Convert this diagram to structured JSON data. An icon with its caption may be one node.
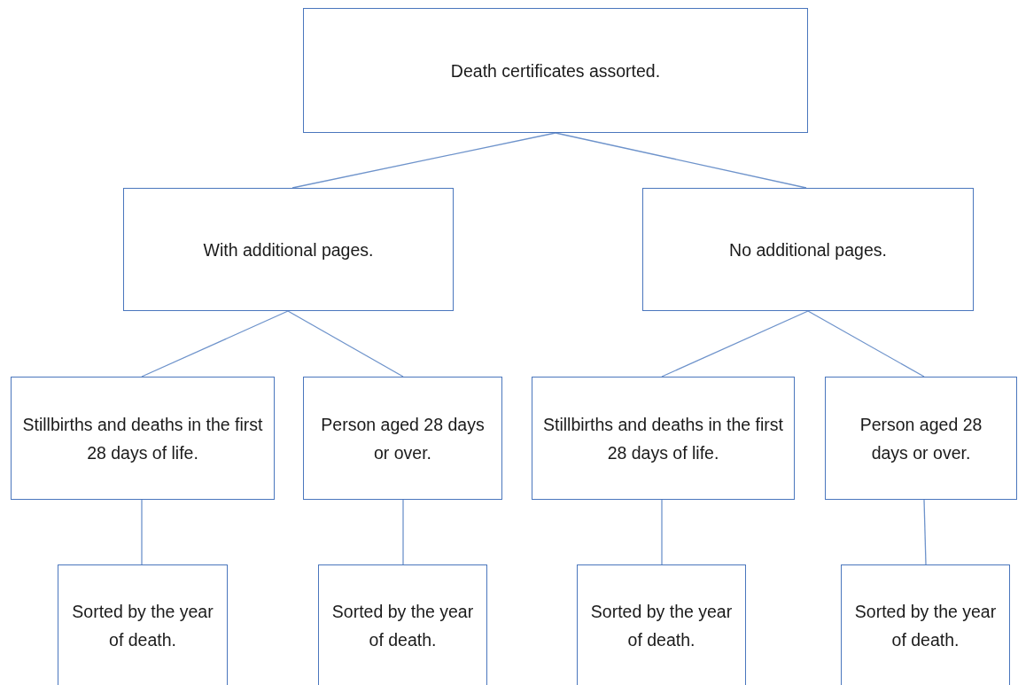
{
  "diagram": {
    "nodes": [
      {
        "text": [
          "Death certificates assorted."
        ]
      },
      {
        "text": [
          "With additional pages."
        ]
      },
      {
        "text": [
          "No additional pages."
        ]
      },
      {
        "text": [
          "Stillbirths and deaths in the first 28 days of life."
        ]
      },
      {
        "text": [
          "Person aged 28 days or over."
        ]
      },
      {
        "text": [
          "Stillbirths and deaths in the first 28 days of life."
        ]
      },
      {
        "text": [
          "Person aged 28 days or over."
        ]
      },
      {
        "text": [
          "Sorted by the year of death."
        ]
      },
      {
        "text": [
          "Sorted by the year of death."
        ]
      },
      {
        "text": [
          "Sorted by the year of death."
        ]
      },
      {
        "text": [
          "Sorted by the year of death."
        ]
      }
    ],
    "edges": [
      {
        "from": 0,
        "to": 1,
        "arrow": "none"
      },
      {
        "from": 0,
        "to": 2,
        "arrow": "none"
      },
      {
        "from": 1,
        "to": 3,
        "arrow": "none"
      },
      {
        "from": 1,
        "to": 4,
        "arrow": "none"
      },
      {
        "from": 2,
        "to": 5,
        "arrow": "none"
      },
      {
        "from": 2,
        "to": 6,
        "arrow": "none"
      },
      {
        "from": 3,
        "to": 7,
        "arrow": "none"
      },
      {
        "from": 4,
        "to": 8,
        "arrow": "none"
      },
      {
        "from": 5,
        "to": 9,
        "arrow": "none"
      },
      {
        "from": 6,
        "to": 10,
        "arrow": "none"
      }
    ]
  }
}
